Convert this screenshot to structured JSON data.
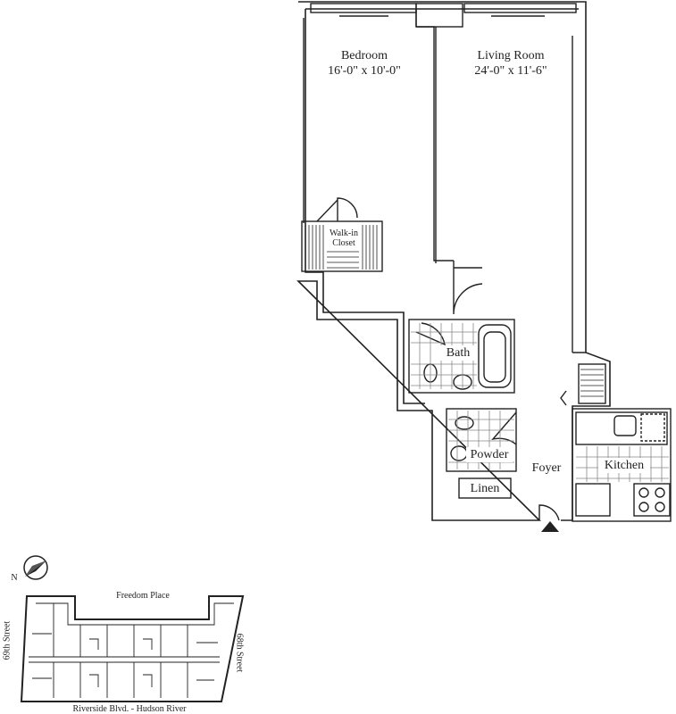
{
  "rooms": {
    "bedroom": {
      "name": "Bedroom",
      "dims": "16'-0\" x 10'-0\""
    },
    "living_room": {
      "name": "Living Room",
      "dims": "24'-0\" x 11'-6\""
    },
    "walk_in_closet": {
      "line1": "Walk-in",
      "line2": "Closet"
    },
    "bath": "Bath",
    "powder": "Powder",
    "linen": "Linen",
    "foyer": "Foyer",
    "kitchen": "Kitchen"
  },
  "site_map": {
    "compass": "N",
    "north_street": "Freedom Place",
    "south_street": "Riverside Blvd. - Hudson River",
    "west_street": "69th Street",
    "east_street": "68th Street"
  },
  "colors": {
    "line": "#222222",
    "background": "#ffffff"
  }
}
